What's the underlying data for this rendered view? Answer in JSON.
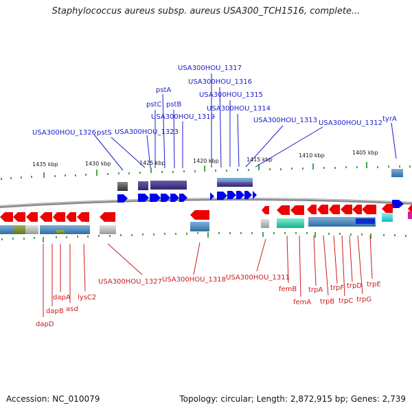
{
  "title": "Staphylococcus aureus subsp. aureus USA300_TCH1516, complete...",
  "footer": {
    "accession": "Accession: NC_010079",
    "summary": "Topology: circular; Length: 2,872,915 bp; Genes: 2,739"
  },
  "scale_ticks": [
    "1435 kbp",
    "1430 kbp",
    "1425 kbp",
    "1420 kbp",
    "1415 kbp",
    "1410 kbp",
    "1405 kbp"
  ],
  "forward_genes": [
    "tyrA",
    "USA300HOU_1312",
    "USA300HOU_1313",
    "USA300HOU_1314",
    "USA300HOU_1315",
    "USA300HOU_1316",
    "USA300HOU_1317",
    "USA300HOU_1319",
    "pstB",
    "pstA",
    "pstC",
    "USA300HOU_1323",
    "pstS",
    "USA300HOU_1326"
  ],
  "reverse_genes": [
    "dapD",
    "dapB",
    "dapA",
    "asd",
    "lysC2",
    "USA300HOU_1327",
    "USA300HOU_1318",
    "USA300HOU_1311",
    "femB",
    "femA",
    "trpA",
    "trpB",
    "trpF",
    "trpC",
    "trpD",
    "trpG",
    "trpE"
  ],
  "colors": {
    "forward_arrow": "#0000ee",
    "reverse_arrow": "#ee0000",
    "forward_label": "#1a1acc",
    "reverse_label": "#cc1a1a",
    "tick": "#1a8a1a",
    "backbone": "#8a8a8a"
  }
}
